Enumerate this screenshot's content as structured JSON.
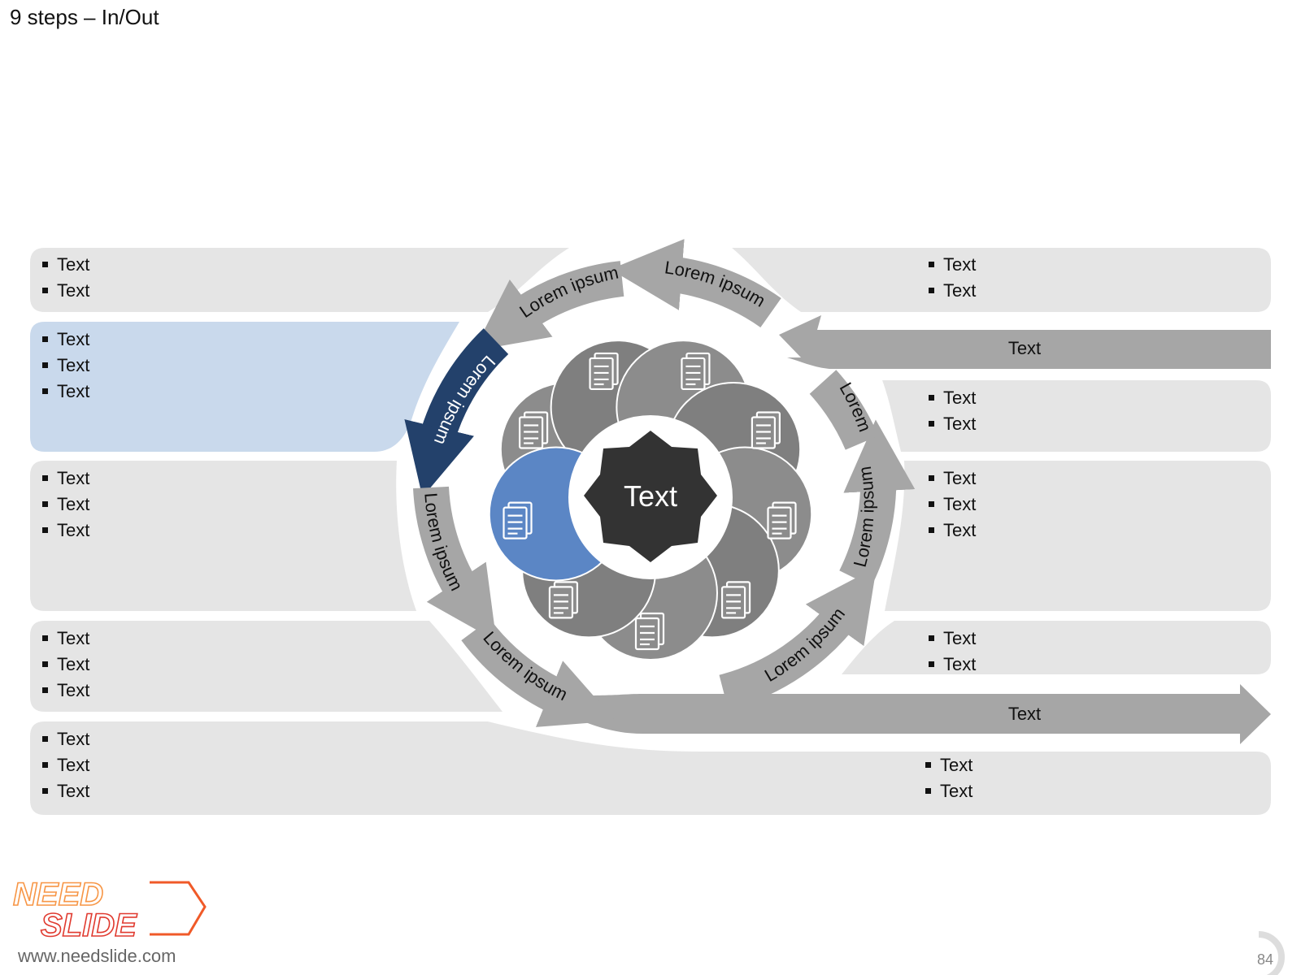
{
  "slide": {
    "title": "9 steps – In/Out",
    "page_number": "84",
    "website": "www.needslide.com",
    "logo": {
      "line1": "NEED",
      "line2": "SLIDE"
    }
  },
  "center": {
    "label": "Text"
  },
  "ring_labels": [
    "Lorem ipsum",
    "Lorem ipsum",
    "Lorem ipsum",
    "Lorem ipsum",
    "Lorem ipsum",
    "Lorem ipsum",
    "Lorem ipsum",
    "Lorem"
  ],
  "left_panels": [
    {
      "items": [
        "Text",
        "Text"
      ]
    },
    {
      "items": [
        "Text",
        "Text",
        "Text"
      ]
    },
    {
      "items": [
        "Text",
        "Text",
        "Text"
      ]
    },
    {
      "items": [
        "Text",
        "Text",
        "Text"
      ]
    },
    {
      "items": [
        "Text",
        "Text",
        "Text"
      ]
    }
  ],
  "right_panels": [
    {
      "items": [
        "Text",
        "Text"
      ]
    },
    {
      "items": [
        "Text",
        "Text"
      ]
    },
    {
      "items": [
        "Text",
        "Text",
        "Text"
      ]
    },
    {
      "items": [
        "Text",
        "Text"
      ]
    },
    {
      "items": [
        "Text",
        "Text"
      ]
    }
  ],
  "in_arrow": {
    "label": "Text"
  },
  "out_arrow": {
    "label": "Text"
  },
  "icons": [
    "report-chart-icon",
    "pie-report-icon",
    "phone-coins-icon",
    "presentation-board-icon",
    "document-image-icon",
    "mobile-chart-icon",
    "bar-report-icon",
    "binders-icon",
    "document-stack-icon"
  ],
  "colors": {
    "panel": "#e5e5e5",
    "highlight_panel": "#c9d9ec",
    "ring_arrow": "#a6a6a6",
    "highlight_arrow": "#23416b",
    "petal": "#8c8c8c",
    "highlight_petal": "#5b86c5",
    "center": "#333333",
    "logo": "#f05a28"
  }
}
